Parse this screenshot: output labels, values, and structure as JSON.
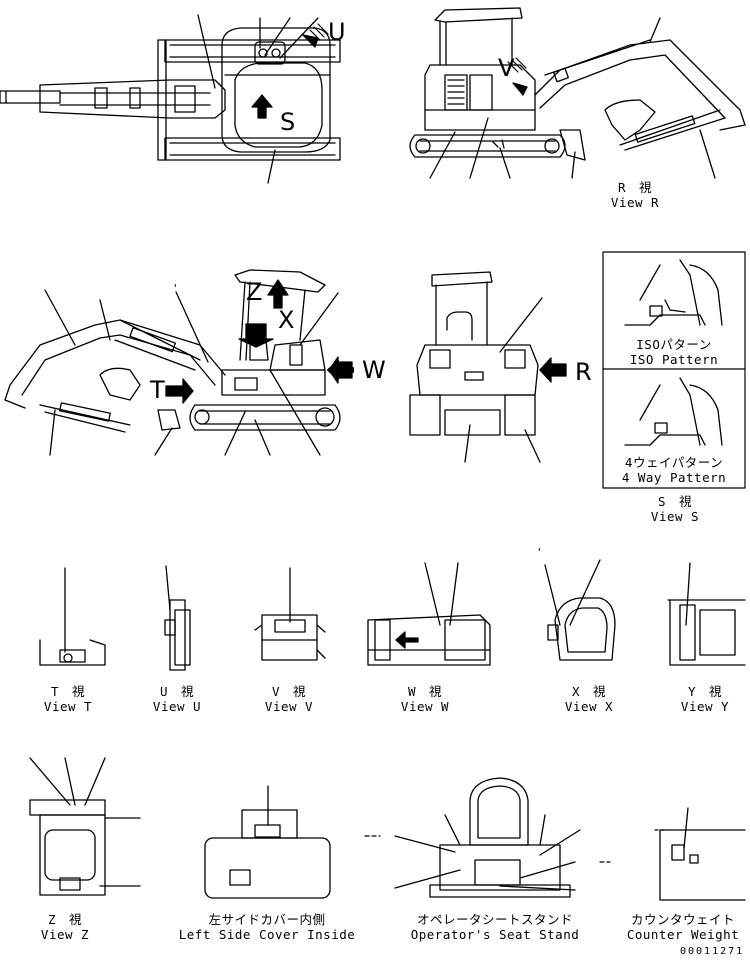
{
  "view_letters": {
    "u": "U",
    "v": "V",
    "s": "S",
    "z": "Z",
    "x": "X",
    "t": "T",
    "w": "W",
    "r": "R"
  },
  "captions": {
    "view_r": {
      "jp": "R　視",
      "en": "View R"
    },
    "iso": {
      "jp": "ISOパターン",
      "en": "ISO Pattern"
    },
    "four_way": {
      "jp": "4ウェイパターン",
      "en": "4 Way Pattern"
    },
    "view_s": {
      "jp": "S　視",
      "en": "View S"
    },
    "view_t": {
      "jp": "T　視",
      "en": "View T"
    },
    "view_u": {
      "jp": "U　視",
      "en": "View U"
    },
    "view_v": {
      "jp": "V　視",
      "en": "View V"
    },
    "view_w": {
      "jp": "W　視",
      "en": "View W"
    },
    "view_x": {
      "jp": "X　視",
      "en": "View X"
    },
    "view_y": {
      "jp": "Y　視",
      "en": "View Y"
    },
    "view_z": {
      "jp": "Z　視",
      "en": "View Z"
    },
    "left_side_cover": {
      "jp": "左サイドカバー内側",
      "en": "Left Side Cover Inside"
    },
    "operator_seat": {
      "jp": "オペレータシートスタンド",
      "en": "Operator's Seat Stand"
    },
    "counter_weight": {
      "jp": "カウンタウェイト",
      "en": "Counter Weight"
    }
  },
  "drawing_number": "00011271",
  "tick_mark": "'",
  "icons": [
    "view-arrow-icon"
  ]
}
